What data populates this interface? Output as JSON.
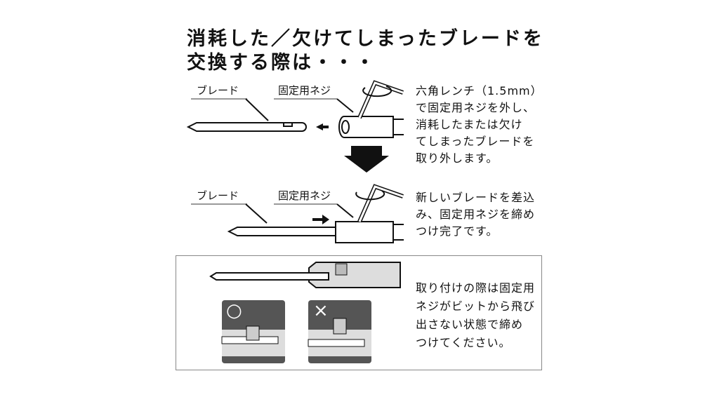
{
  "title": {
    "line1": "消耗した／欠けてしまったブレードを",
    "line2": "交換する際は・・・"
  },
  "step1": {
    "blade_label": "ブレード",
    "screw_label": "固定用ネジ",
    "description": "六角レンチ（1.5mm）\nで固定用ネジを外し、\n消耗したまたは欠け\nてしまったブレードを\n取り外します。"
  },
  "step2": {
    "blade_label": "ブレード",
    "screw_label": "固定用ネジ",
    "description": "新しいブレードを差込\nみ、固定用ネジを締め\nつけ完了です。"
  },
  "note": {
    "correct_mark": "○",
    "wrong_mark": "×",
    "description": "取り付けの際は固定用\nネジがビットから飛び\n出さない状態で締め\nつけてください。"
  }
}
